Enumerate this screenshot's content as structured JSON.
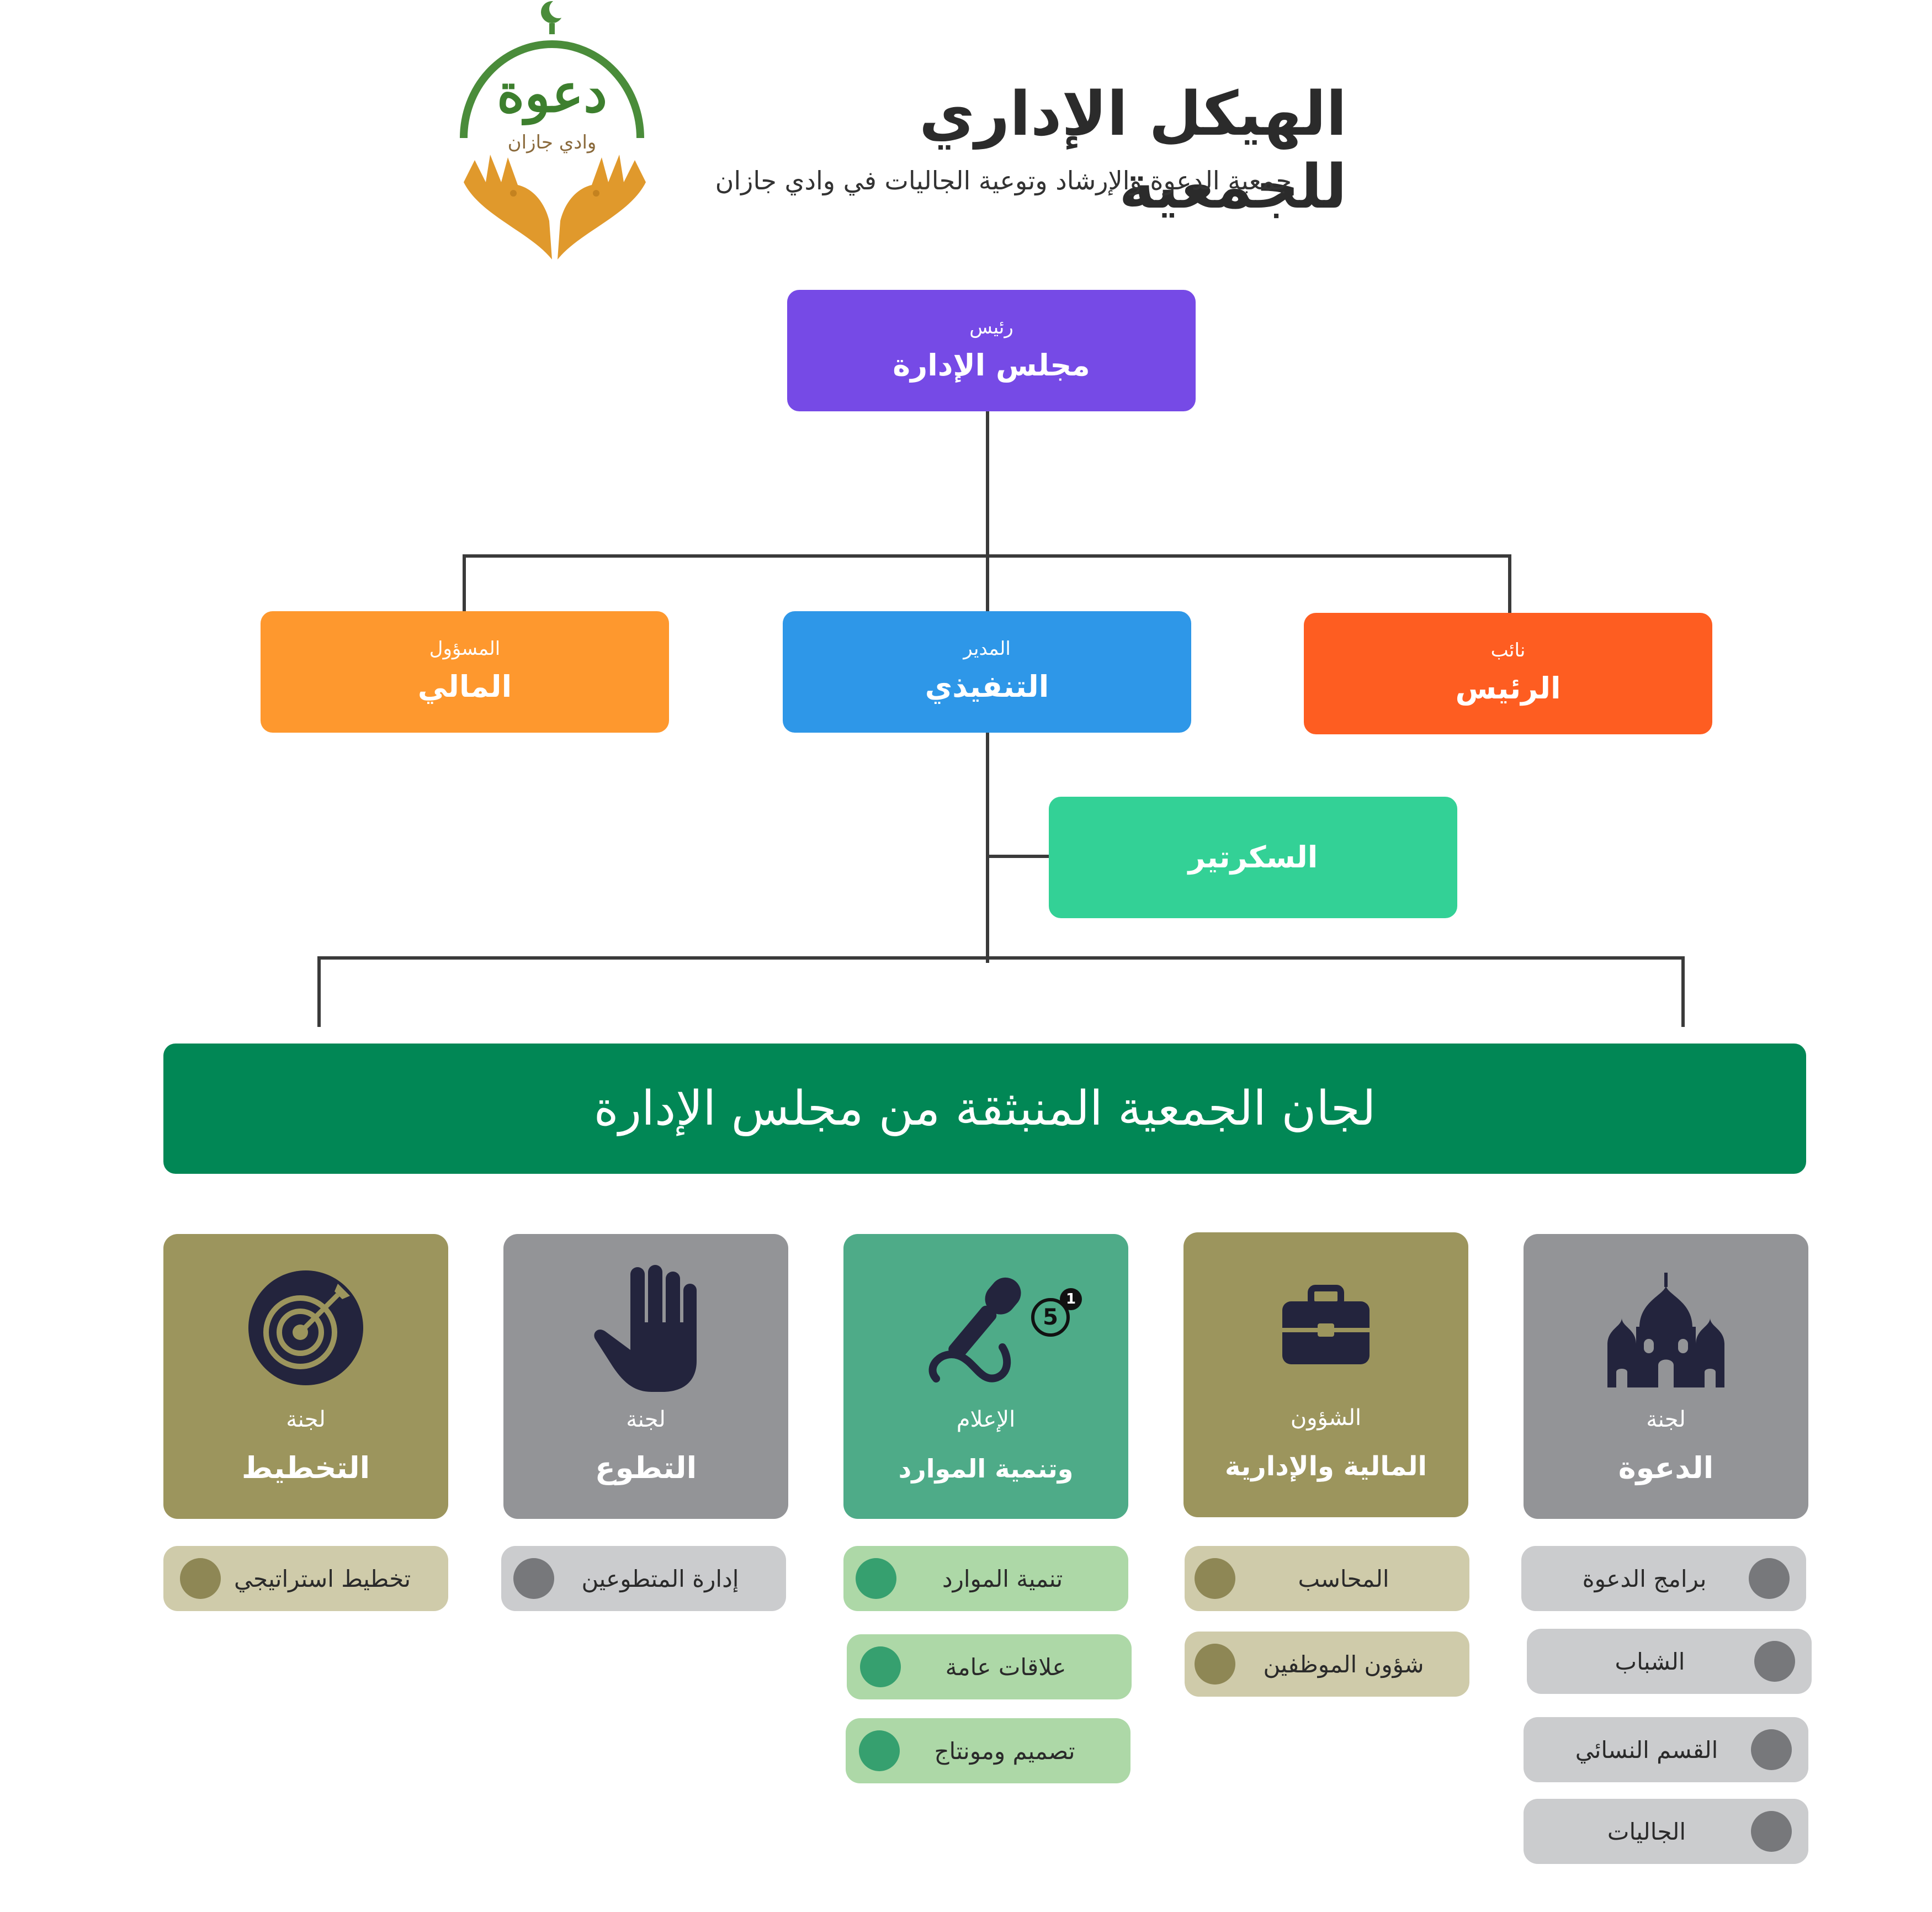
{
  "header": {
    "title": "الهيكل الإداري للجمعية",
    "subtitle": "جمعية الدعوة والإرشاد وتوعية الجاليات في وادي جازان",
    "logo_word": "دعوة",
    "logo_sub": "وادي جازان"
  },
  "nodes": {
    "board": {
      "small": "رئيس",
      "big": "مجلس الإدارة",
      "color": "#764AE6"
    },
    "finance": {
      "small": "المسؤول",
      "big": "المالي",
      "color": "#FE982E"
    },
    "executive": {
      "small": "المدير",
      "big": "التنفيذي",
      "color": "#2E97E8"
    },
    "vice": {
      "small": "نائب",
      "big": "الرئيس",
      "color": "#FE5D21"
    },
    "secretary": {
      "big": "السكرتير",
      "color": "#33D196"
    }
  },
  "committees_banner": {
    "text": "لجان الجمعية المنبثقة من مجلس الإدارة",
    "color": "#018755"
  },
  "committees": [
    {
      "id": "planning",
      "icon": "target-icon",
      "sub": "لجنة",
      "title": "التخطيط",
      "color": "#9C955D",
      "pill_color": "#CFCBAA",
      "dot_color": "#8E8755",
      "items": [
        "تخطيط استراتيجي"
      ]
    },
    {
      "id": "volunteering",
      "icon": "hand-icon",
      "sub": "لجنة",
      "title": "التطوع",
      "color": "#939497",
      "pill_color": "#CBCCCE",
      "dot_color": "#77787B",
      "items": [
        "إدارة المتطوعين"
      ]
    },
    {
      "id": "media",
      "icon": "microphone-icon",
      "badge": "5",
      "badge_sup": "1",
      "sub": "الإعلام",
      "title": "وتنمية الموارد",
      "color": "#4EAB88",
      "pill_color": "#ADD8A7",
      "dot_color": "#36A06F",
      "items": [
        "تنمية الموارد",
        "علاقات عامة",
        "تصميم ومونتاج"
      ]
    },
    {
      "id": "affairs",
      "icon": "briefcase-icon",
      "sub": "الشؤون",
      "title": "المالية والإدارية",
      "color": "#9C955D",
      "pill_color": "#CFCBAA",
      "dot_color": "#8E8755",
      "items": [
        "المحاسب",
        "شؤون الموظفين"
      ]
    },
    {
      "id": "dawah",
      "icon": "mosque-icon",
      "sub": "لجنة",
      "title": "الدعوة",
      "color": "#939497",
      "pill_color": "#CBCCCE",
      "dot_color": "#77787B",
      "items": [
        "برامج الدعوة",
        "الشباب",
        "القسم النسائي",
        "الجاليات"
      ]
    }
  ]
}
